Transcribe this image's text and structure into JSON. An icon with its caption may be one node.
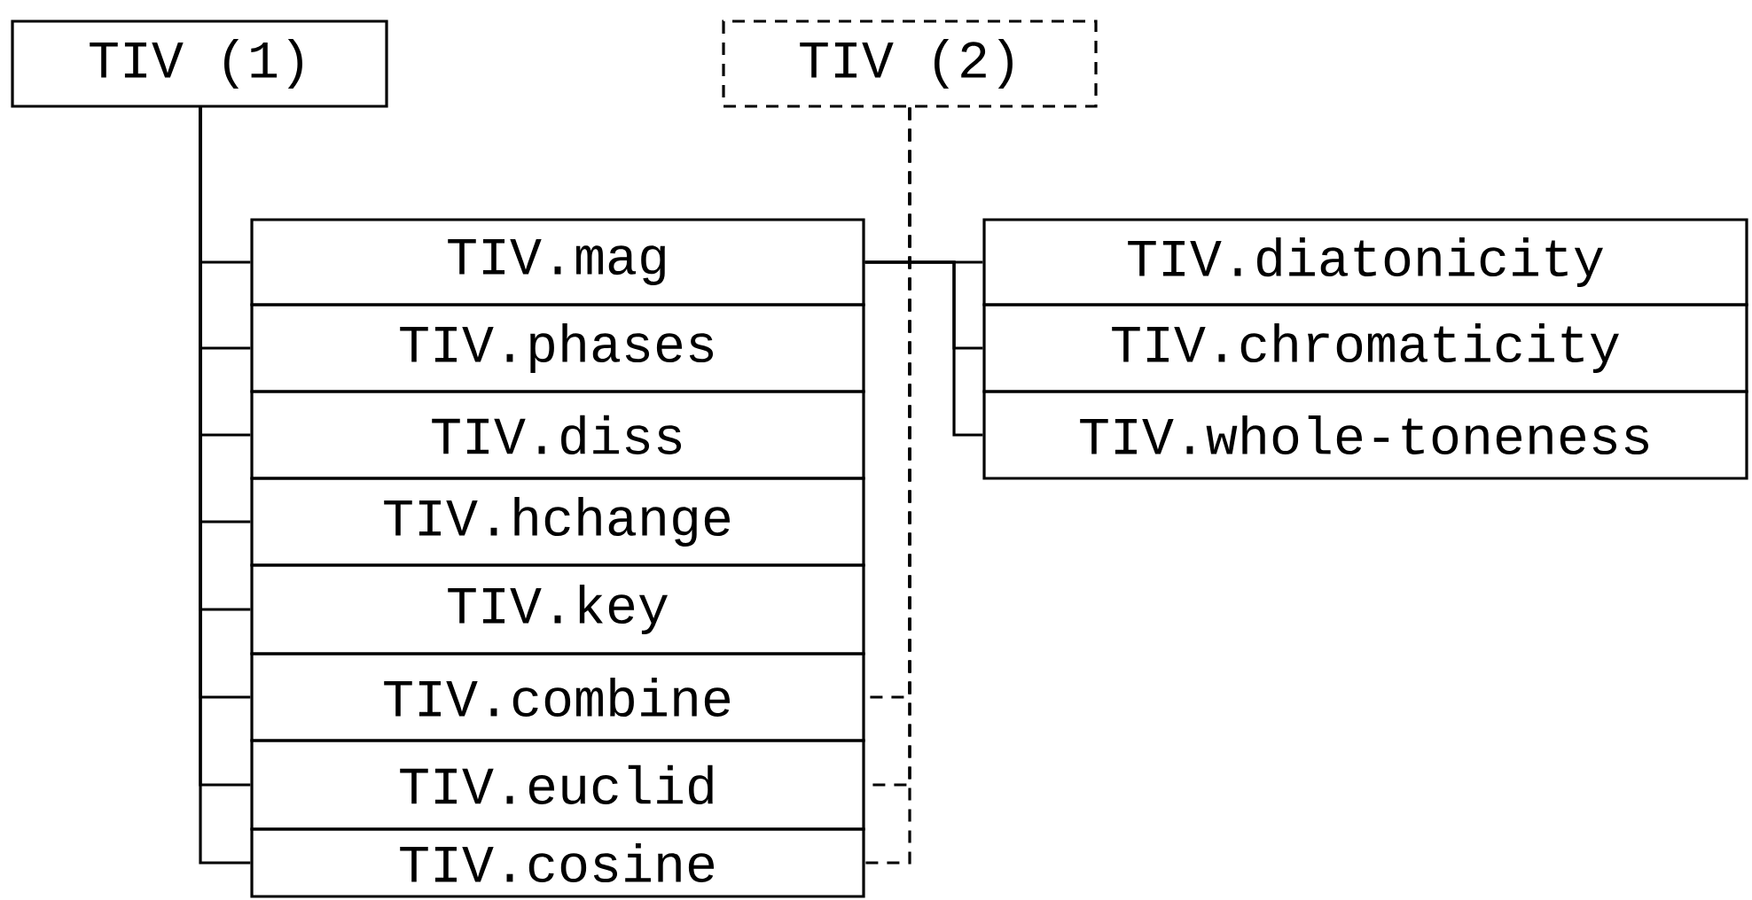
{
  "diagram": {
    "nodes": [
      {
        "text": [
          "TIV (1)"
        ]
      },
      {
        "text": [
          "TIV (2)"
        ]
      },
      {
        "text": [
          "TIV.mag"
        ]
      },
      {
        "text": [
          "TIV.phases"
        ]
      },
      {
        "text": [
          "TIV.diss"
        ]
      },
      {
        "text": [
          "TIV.hchange"
        ]
      },
      {
        "text": [
          "TIV.key"
        ]
      },
      {
        "text": [
          "TIV.combine"
        ]
      },
      {
        "text": [
          "TIV.euclid"
        ]
      },
      {
        "text": [
          "TIV.cosine"
        ]
      },
      {
        "text": [
          "TIV.diatonicity"
        ]
      },
      {
        "text": [
          "TIV.chromaticity"
        ]
      },
      {
        "text": [
          "TIV.whole-toneness"
        ]
      }
    ],
    "edges": [
      {
        "from": 0,
        "to": 2,
        "arrow": "none"
      },
      {
        "from": 0,
        "to": 3,
        "arrow": "none"
      },
      {
        "from": 0,
        "to": 4,
        "arrow": "none"
      },
      {
        "from": 0,
        "to": 5,
        "arrow": "none"
      },
      {
        "from": 0,
        "to": 6,
        "arrow": "none"
      },
      {
        "from": 0,
        "to": 7,
        "arrow": "none"
      },
      {
        "from": 0,
        "to": 8,
        "arrow": "none"
      },
      {
        "from": 0,
        "to": 9,
        "arrow": "none"
      },
      {
        "from": 1,
        "to": 7,
        "arrow": "none",
        "style": "dashed"
      },
      {
        "from": 1,
        "to": 8,
        "arrow": "none",
        "style": "dashed"
      },
      {
        "from": 1,
        "to": 9,
        "arrow": "none",
        "style": "dashed"
      },
      {
        "from": 2,
        "to": 10,
        "arrow": "none"
      },
      {
        "from": 2,
        "to": 11,
        "arrow": "none"
      },
      {
        "from": 2,
        "to": 12,
        "arrow": "none"
      }
    ]
  }
}
